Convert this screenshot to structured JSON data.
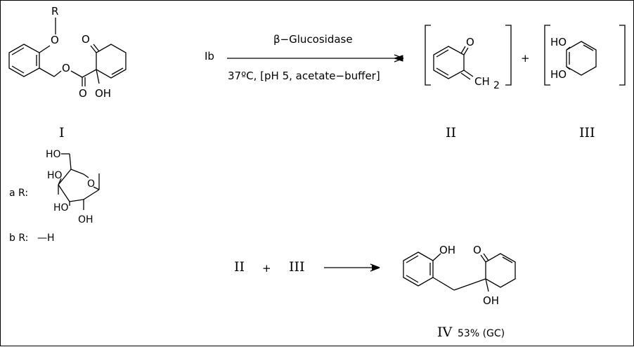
{
  "reaction1": {
    "reactant": "Ib",
    "above_arrow": "β−Glucosidase",
    "below_arrow": "37ºC, [pH 5, acetate−buffer]",
    "plus": "+"
  },
  "compounds": {
    "I": {
      "name": "I",
      "atoms": {
        "R": "R",
        "O_ether": "O",
        "O_ester": "O",
        "O_ketone": "O",
        "O_carbonyl": "O",
        "OH": "OH"
      }
    },
    "II": {
      "name": "II",
      "atoms": {
        "O": "O",
        "CH": "CH",
        "sub": "2"
      }
    },
    "III": {
      "name": "III",
      "atoms": {
        "HO1": "HO",
        "HO2": "HO"
      }
    },
    "IV": {
      "name": "IV",
      "yield": "53% (GC)",
      "atoms": {
        "OH_phenol": "OH",
        "O": "O",
        "OH": "OH"
      }
    }
  },
  "substituents": {
    "a": {
      "label": "a  R:",
      "atoms": {
        "HO_top": "HO",
        "HO_left": "HO",
        "O_ring": "O",
        "HO_bottom_left": "HO",
        "OH_bottom_right": "OH"
      }
    },
    "b": {
      "label": "b  R:",
      "value": "—H"
    }
  },
  "reaction2": {
    "left": "II",
    "plus": "+",
    "right": "III"
  }
}
